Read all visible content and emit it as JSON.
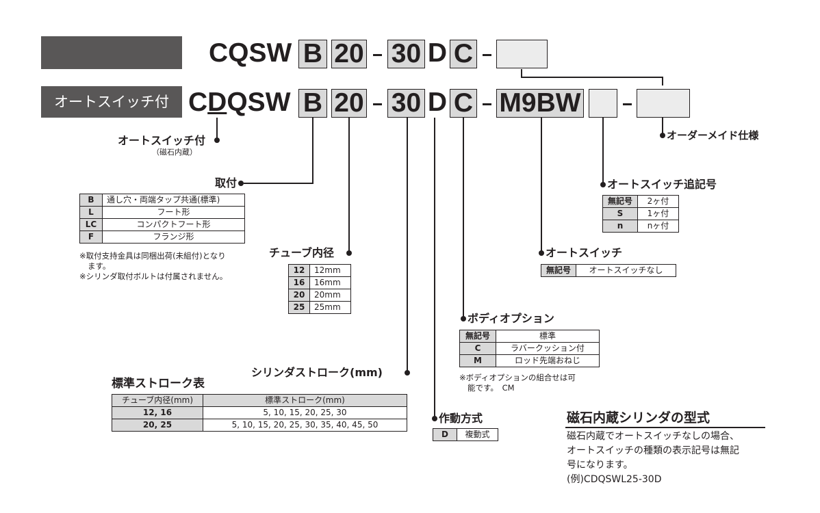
{
  "row1": {
    "prefix": "CQSW",
    "mount": "B",
    "bore": "20",
    "stroke": "30",
    "action": "D",
    "option": "C"
  },
  "row2": {
    "tag": "オートスイッチ付",
    "prefix_c": "C",
    "prefix_d": "D",
    "prefix_rest": "QSW",
    "mount": "B",
    "bore": "20",
    "stroke": "30",
    "action": "D",
    "option": "C",
    "switch": "M9BW"
  },
  "labels": {
    "auto_switch_attached": "オートスイッチ付",
    "auto_switch_attached_sub": "（磁石内蔵）",
    "made_to_order": "オーダーメイド仕様",
    "mounting": "取付",
    "auto_switch_suffix": "オートスイッチ追記号",
    "auto_switch": "オートスイッチ",
    "bore_size": "チューブ内径",
    "body_option": "ボディオプション",
    "cylinder_stroke": "シリンダストローク(mm)",
    "action": "作動方式"
  },
  "mounting_table": [
    {
      "code": "B",
      "desc": "通し穴・両端タップ共通(標準)"
    },
    {
      "code": "L",
      "desc": "フート形"
    },
    {
      "code": "LC",
      "desc": "コンパクトフート形"
    },
    {
      "code": "F",
      "desc": "フランジ形"
    }
  ],
  "mounting_notes": [
    "※取付支持金具は同梱出荷(未組付)となり",
    "ます。",
    "※シリンダ取付ボルトは付属されません。"
  ],
  "bore_table": [
    {
      "code": "12",
      "desc": "12mm"
    },
    {
      "code": "16",
      "desc": "16mm"
    },
    {
      "code": "20",
      "desc": "20mm"
    },
    {
      "code": "25",
      "desc": "25mm"
    }
  ],
  "suffix_table": [
    {
      "code": "無記号",
      "desc": "2ヶ付"
    },
    {
      "code": "S",
      "desc": "1ヶ付"
    },
    {
      "code": "n",
      "desc": "nヶ付"
    }
  ],
  "switch_table": [
    {
      "code": "無記号",
      "desc": "オートスイッチなし"
    }
  ],
  "option_table": {
    "header_code": "無記号",
    "header_desc": "標準",
    "rows": [
      {
        "code": "C",
        "desc": "ラバークッション付"
      },
      {
        "code": "M",
        "desc": "ロッド先端おねじ"
      }
    ]
  },
  "option_notes": [
    "※ボディオプションの組合せは可",
    "能です。　CM"
  ],
  "action_table": [
    {
      "code": "D",
      "desc": "複動式"
    }
  ],
  "stroke_table": {
    "title": "標準ストローク表",
    "head_bore": "チューブ内径(mm)",
    "head_stroke": "標準ストローク(mm)",
    "rows": [
      {
        "bore": "12, 16",
        "strokes": "5, 10, 15, 20, 25, 30"
      },
      {
        "bore": "20, 25",
        "strokes": "5, 10, 15, 20, 25, 30, 35, 40, 45, 50"
      }
    ]
  },
  "magnet": {
    "title": "磁石内蔵シリンダの型式",
    "lines": [
      "磁石内蔵でオートスイッチなしの場合、",
      "オートスイッチの種類の表示記号は無記",
      "号になります。",
      "(例)CDQSWL25-30D"
    ]
  }
}
